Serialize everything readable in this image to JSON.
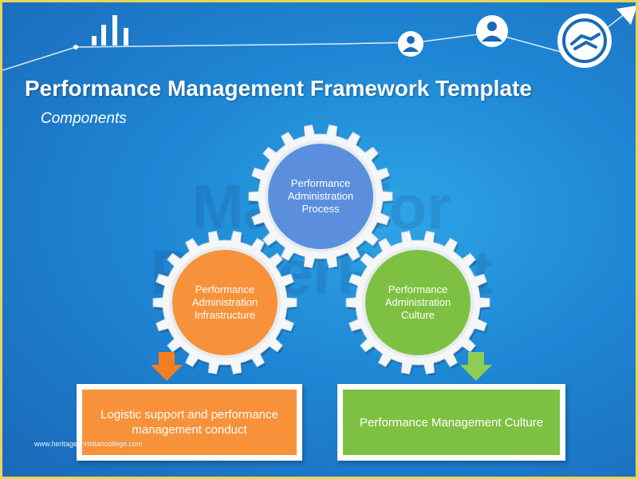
{
  "slide": {
    "title": "Performance Management Framework Template",
    "subtitle": "Components",
    "watermark": "Made for\nPowerPoint",
    "website": "www.heritagechristiancollege.com"
  },
  "gears": [
    {
      "id": "process",
      "label": "Performance\nAdministration\nProcess",
      "color": "#5b8fde"
    },
    {
      "id": "infrastructure",
      "label": "Performance\nAdministration\nInfrastructure",
      "color": "#f7923a"
    },
    {
      "id": "culture",
      "label": "Performance\nAdministration\nCulture",
      "color": "#7ec142"
    }
  ],
  "boxes": [
    {
      "id": "logistic",
      "text": "Logistic support and performance management conduct",
      "color": "#f7923a"
    },
    {
      "id": "culture",
      "text": "Performance Management Culture",
      "color": "#7ec142"
    }
  ],
  "arrows": [
    {
      "id": "left",
      "color": "#f47e20"
    },
    {
      "id": "right",
      "color": "#8dcd55"
    }
  ],
  "icons": [
    "bar-chart-icon",
    "person-icon",
    "handshake-icon",
    "trend-arrow-icon"
  ]
}
